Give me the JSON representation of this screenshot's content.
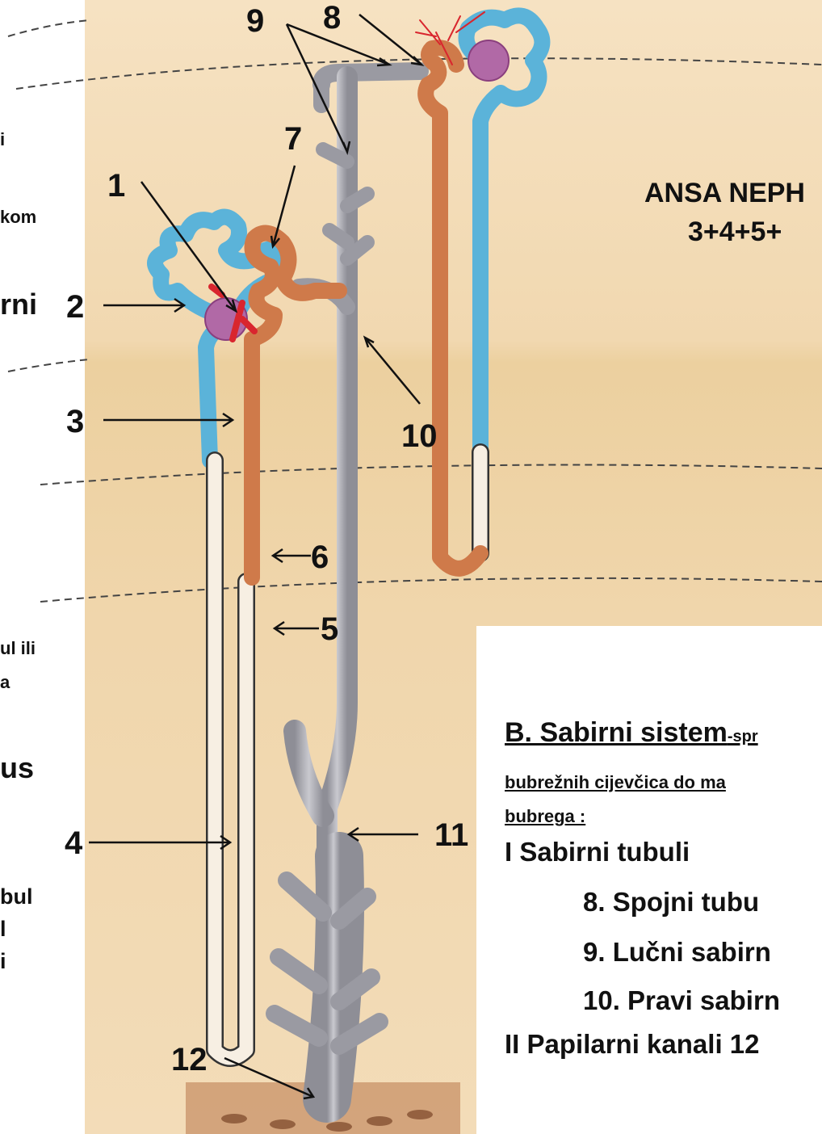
{
  "numbers": {
    "n1": "1",
    "n2": "2",
    "n3": "3",
    "n4": "4",
    "n5": "5",
    "n6": "6",
    "n7": "7",
    "n8": "8",
    "n9": "9",
    "n10": "10",
    "n11": "11",
    "n12": "12"
  },
  "left_fragments": {
    "f1": "i",
    "f2": "kom",
    "f3": "rni",
    "f4": "ul ili",
    "f5": "a",
    "f6": "us",
    "f7": "bul",
    "f8": "l",
    "f9": "i"
  },
  "ansa": {
    "line1": "ANSA NEPH",
    "line2": "3+4+5+"
  },
  "legend": {
    "title": "B. Sabirni sistem",
    "title_suffix": "-spr",
    "sub1": "bubrežnih cijevčica do ma",
    "sub2": "bubrega :",
    "group1": "I Sabirni tubuli",
    "item8": "8.   Spojni tubu",
    "item9": "9.   Lučni sabirn",
    "item10": "10. Pravi sabirn",
    "group2": "II Papilarni kanali 12"
  },
  "colors": {
    "tissue_cortex": "#f3dcb8",
    "tissue_medulla": "#ecd0a0",
    "proximal_tubule": "#5bb3d9",
    "distal_tubule": "#cf7a4a",
    "collecting_duct": "#a9a9b0",
    "glomerulus": "#b169a6",
    "vessel": "#d9262e"
  }
}
